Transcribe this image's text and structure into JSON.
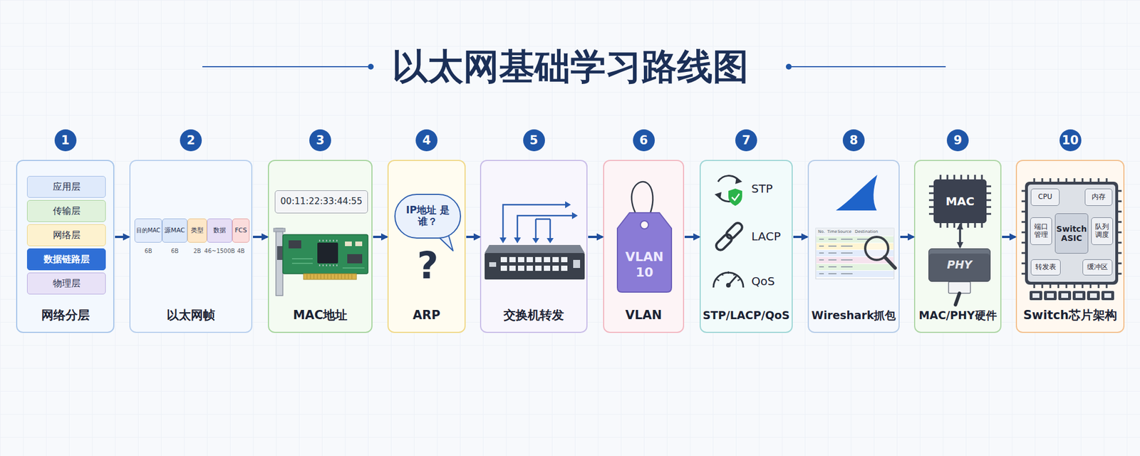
{
  "diagram": {
    "title": "以太网基础学习路线图",
    "nodes": [
      {
        "text": [
          "网络分层"
        ]
      },
      {
        "text": [
          "应用层"
        ],
        "in": 0
      },
      {
        "text": [
          "传输层"
        ],
        "in": 0
      },
      {
        "text": [
          "网络层"
        ],
        "in": 0
      },
      {
        "text": [
          "数据链路层"
        ],
        "in": 0
      },
      {
        "text": [
          "物理层"
        ],
        "in": 0
      },
      {
        "text": [
          "以太网帧"
        ]
      },
      {
        "text": [
          "目的MAC"
        ],
        "in": 6
      },
      {
        "text": [
          "源MAC"
        ],
        "in": 6
      },
      {
        "text": [
          "类型"
        ],
        "in": 6
      },
      {
        "text": [
          "数据"
        ],
        "in": 6
      },
      {
        "text": [
          "FCS"
        ],
        "in": 6
      },
      {
        "text": [
          "MAC地址"
        ]
      },
      {
        "text": [
          "00:11:22:33:44:55"
        ],
        "in": 12
      },
      {
        "text": [
          "ARP"
        ]
      },
      {
        "text": [
          "IP地址 是谁？"
        ],
        "in": 14
      },
      {
        "text": [
          "交换机转发"
        ]
      },
      {
        "text": [
          "VLAN"
        ]
      },
      {
        "text": [
          "VLAN 10"
        ],
        "in": 17
      },
      {
        "text": [
          "STP/LACP/QoS"
        ]
      },
      {
        "text": [
          "Wireshark抓包"
        ]
      },
      {
        "text": [
          "MAC/PHY硬件"
        ]
      },
      {
        "text": [
          "MAC"
        ],
        "in": 21
      },
      {
        "text": [
          "PHY"
        ],
        "in": 21
      },
      {
        "text": [
          "Switch芯片架构"
        ]
      },
      {
        "text": [
          "CPU"
        ],
        "in": 24
      },
      {
        "text": [
          "内存"
        ],
        "in": 24
      },
      {
        "text": [
          "端口管理"
        ],
        "in": 24
      },
      {
        "text": [
          "Switch ASIC"
        ],
        "in": 24
      },
      {
        "text": [
          "队列调度"
        ],
        "in": 24
      },
      {
        "text": [
          "转发表"
        ],
        "in": 24
      },
      {
        "text": [
          "缓冲区"
        ],
        "in": 24
      }
    ],
    "edges": [
      {
        "from": 0,
        "to": 6,
        "arrow": "to"
      },
      {
        "from": 6,
        "to": 12,
        "arrow": "to"
      },
      {
        "from": 12,
        "to": 14,
        "arrow": "to"
      },
      {
        "from": 14,
        "to": 16,
        "arrow": "to"
      },
      {
        "from": 16,
        "to": 17,
        "arrow": "to"
      },
      {
        "from": 17,
        "to": 19,
        "arrow": "to"
      },
      {
        "from": 19,
        "to": 20,
        "arrow": "to"
      },
      {
        "from": 20,
        "to": 21,
        "arrow": "to"
      },
      {
        "from": 21,
        "to": 24,
        "arrow": "to"
      },
      {
        "from": 22,
        "to": 23,
        "arrow": "both"
      }
    ],
    "labels": [
      "1",
      "2",
      "3",
      "4",
      "5",
      "6",
      "7",
      "8",
      "9",
      "10",
      "6B",
      "6B",
      "2B",
      "46~1500B",
      "4B",
      "?",
      "STP",
      "LACP",
      "QoS",
      "No.",
      "Time",
      "Source",
      "Destination"
    ]
  }
}
